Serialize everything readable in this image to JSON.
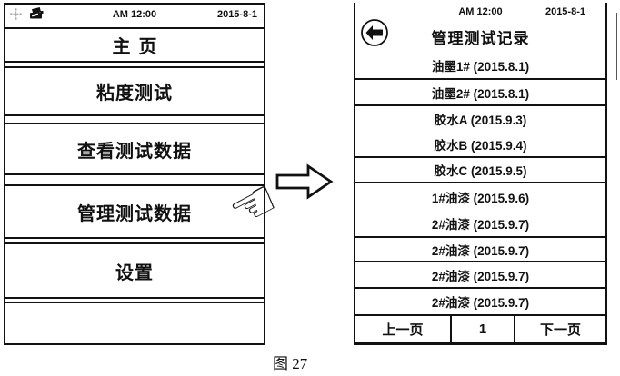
{
  "colors": {
    "ink": "#111111",
    "background": "#ffffff",
    "muted_icon": "#a6a6a6"
  },
  "figure": {
    "caption": "图 27",
    "hand_cursor_glyph": "☜",
    "hand_cursor_icon": "pointing-hand-icon",
    "transition_icon": "right-block-arrow-icon"
  },
  "left_screen": {
    "status_bar": {
      "time": "AM 12:00",
      "date": "2015-8-1",
      "icons": [
        "crosshair-pointer-icon",
        "printer-icon"
      ]
    },
    "menu": [
      "主页",
      "粘度测试",
      "查看测试数据",
      "管理测试数据",
      "设置"
    ]
  },
  "right_screen": {
    "status_bar": {
      "time": "AM 12:00",
      "date": "2015-8-1"
    },
    "back_button_icon": "back-arrow-icon",
    "title": "管理测试记录",
    "records": [
      "油墨1# (2015.8.1)",
      "油墨2# (2015.8.1)",
      "胶水A (2015.9.3)",
      "胶水B (2015.9.4)",
      "胶水C (2015.9.5)",
      "1#油漆 (2015.9.6)",
      "2#油漆 (2015.9.7)",
      "2#油漆 (2015.9.7)",
      "2#油漆 (2015.9.7)",
      "2#油漆 (2015.9.7)"
    ],
    "pagination": {
      "prev": "上一页",
      "current_page": "1",
      "next": "下一页"
    }
  }
}
